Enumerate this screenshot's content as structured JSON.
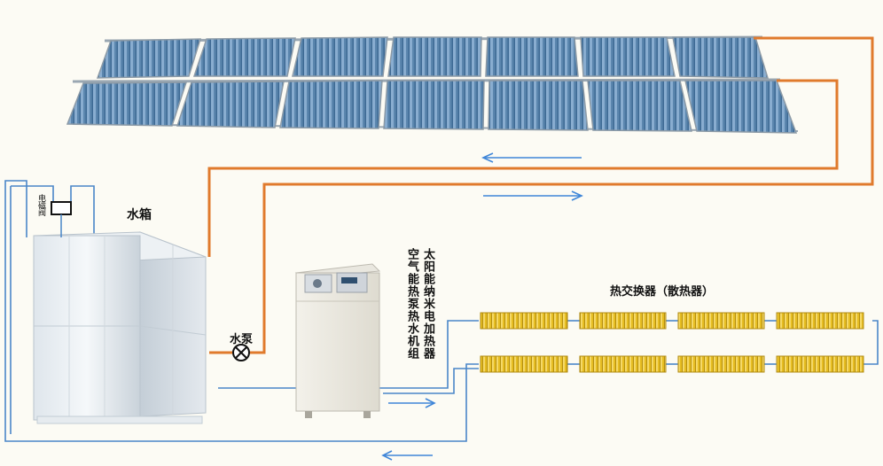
{
  "labels": {
    "tank": "水箱",
    "valve": "电磁阀",
    "pump": "水泵",
    "heat_exchanger": "热交换器（散热器）",
    "unit_col1": "空气能热泵热水机组",
    "unit_col2": "太阳能纳米电加热器"
  },
  "colors": {
    "hot_pipe": "#e07a2c",
    "cold_pipe": "#4a86c8",
    "arrow": "#3f86d8",
    "background": "#fcfbf4",
    "solar_panel": "#4f7ea8",
    "radiator": "#e8c12a"
  },
  "icons": {
    "pump": "pump-icon",
    "valve": "solenoid-valve-icon",
    "flow_arrow": "arrow-icon"
  }
}
